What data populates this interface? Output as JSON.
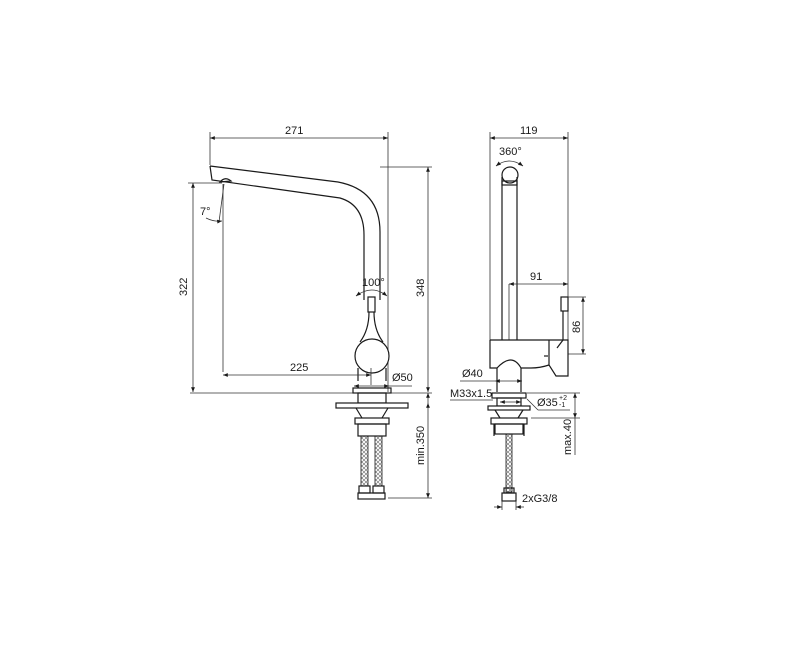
{
  "front_view": {
    "width_271": "271",
    "angle_7": "7°",
    "angle_100": "100°",
    "height_322": "322",
    "height_348": "348",
    "reach_225": "225",
    "diameter_50": "Ø50",
    "min_350": "min.350"
  },
  "side_view": {
    "width_119": "119",
    "rotation_360": "360°",
    "depth_91": "91",
    "height_86": "86",
    "diameter_40": "Ø40",
    "thread": "M33x1.5",
    "diameter_35": "Ø35",
    "tol_plus": "+2",
    "tol_minus": "-1",
    "max_40": "max.40",
    "connection": "2xG3/8"
  }
}
